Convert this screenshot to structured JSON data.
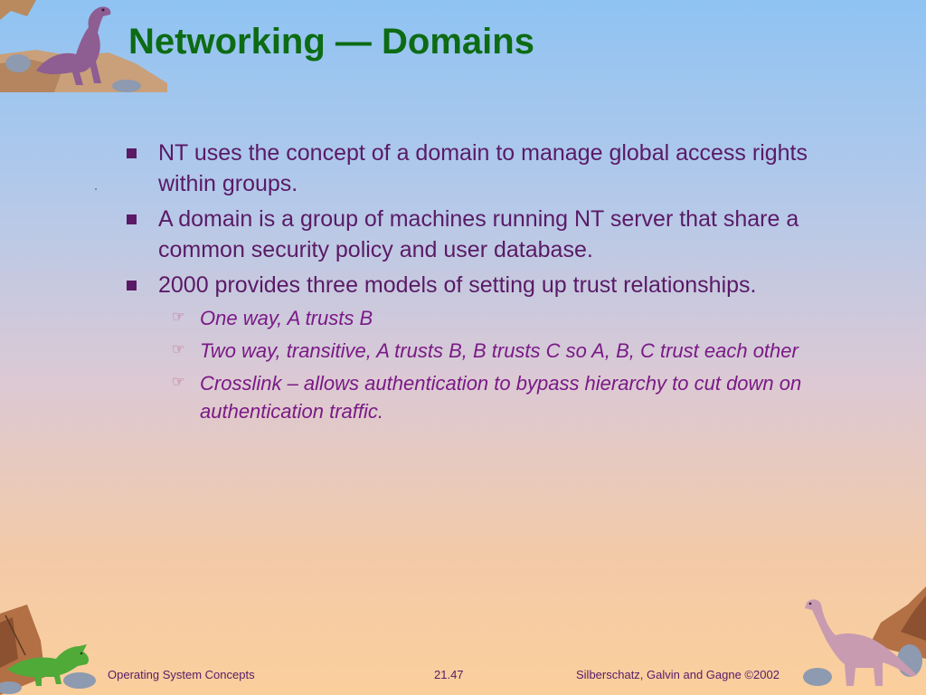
{
  "slide": {
    "title": "Networking — Domains",
    "bullets": [
      {
        "text": "NT uses the concept of a domain to manage global access rights within groups."
      },
      {
        "text": "A domain is a group of machines running NT server that share a common security policy and user database."
      },
      {
        "text": "2000 provides three models of setting up trust relationships.",
        "subitems": [
          "One way, A trusts B",
          "Two way, transitive, A trusts B, B trusts C so A, B, C trust each other",
          "Crosslink – allows authentication to bypass hierarchy to cut down on authentication traffic."
        ]
      }
    ],
    "footer": {
      "left": "Operating System Concepts",
      "center": "21.47",
      "right": "Silberschatz, Galvin and  Gagne ©2002"
    }
  },
  "icons": {
    "bullet_marker": "square-bullet-icon",
    "sub_marker": "pointing-hand-icon",
    "top_left_art": "trex-dinosaur-icon",
    "bottom_left_art": "triceratops-dinosaur-icon",
    "bottom_right_art": "brontosaurus-dinosaur-icon"
  },
  "colors": {
    "title": "#0d6b14",
    "body_text": "#5a1a66",
    "sub_text": "#7a1a86"
  }
}
